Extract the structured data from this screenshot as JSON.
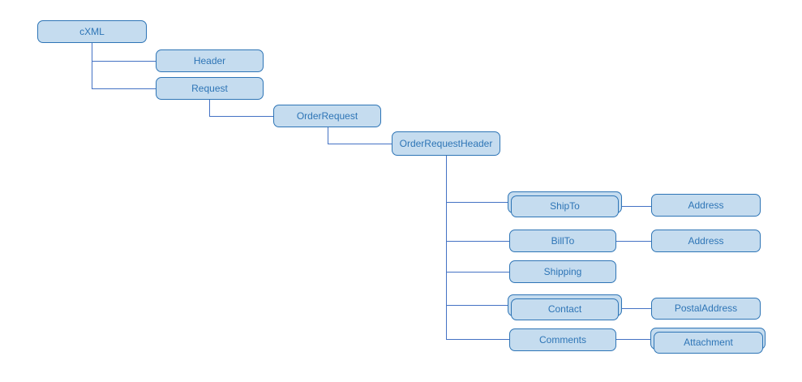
{
  "colors": {
    "node_fill": "#C5DCEF",
    "node_border": "#2E75B6",
    "node_text": "#2E75B6",
    "connector": "#4472C4"
  },
  "diagram": {
    "type": "tree",
    "nodes": {
      "cxml": {
        "label": "cXML",
        "stacked": false
      },
      "header": {
        "label": "Header",
        "stacked": false
      },
      "request": {
        "label": "Request",
        "stacked": false
      },
      "order_request": {
        "label": "OrderRequest",
        "stacked": false
      },
      "order_request_header": {
        "label": "OrderRequestHeader",
        "stacked": false
      },
      "ship_to": {
        "label": "ShipTo",
        "stacked": true
      },
      "ship_to_address": {
        "label": "Address",
        "stacked": false
      },
      "bill_to": {
        "label": "BillTo",
        "stacked": false
      },
      "bill_to_address": {
        "label": "Address",
        "stacked": false
      },
      "shipping": {
        "label": "Shipping",
        "stacked": false
      },
      "contact": {
        "label": "Contact",
        "stacked": true
      },
      "postal_address": {
        "label": "PostalAddress",
        "stacked": false
      },
      "comments": {
        "label": "Comments",
        "stacked": false
      },
      "attachment": {
        "label": "Attachment",
        "stacked": true
      }
    },
    "hierarchy": {
      "cXML": {
        "Header": {},
        "Request": {
          "OrderRequest": {
            "OrderRequestHeader": {
              "ShipTo": {
                "Address": {}
              },
              "BillTo": {
                "Address": {}
              },
              "Shipping": {},
              "Contact": {
                "PostalAddress": {}
              },
              "Comments": {
                "Attachment": {}
              }
            }
          }
        }
      }
    }
  }
}
